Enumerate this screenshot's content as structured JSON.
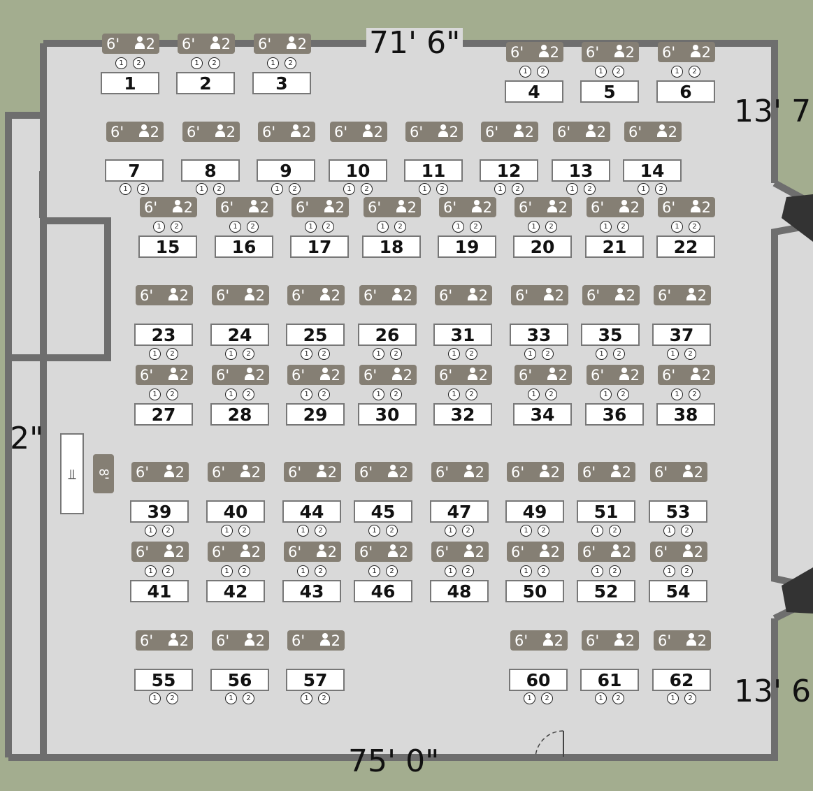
{
  "dimensions": {
    "top": "71' 6\"",
    "bottom": "75' 0\"",
    "right_top": "13' 7\"",
    "right_bottom": "13' 6\"",
    "left": "' 2\""
  },
  "table_tag": {
    "length": "6'",
    "seats": "2"
  },
  "podium": {
    "icon": "podium-icon",
    "tag": "8'"
  },
  "colors": {
    "floor": "#d9d9d9",
    "walls": "#6e6e6e",
    "outside": "#a3ad8f",
    "tag": "#857f74"
  },
  "tables": [
    "1",
    "2",
    "3",
    "4",
    "5",
    "6",
    "7",
    "8",
    "9",
    "10",
    "11",
    "12",
    "13",
    "14",
    "15",
    "16",
    "17",
    "18",
    "19",
    "20",
    "21",
    "22",
    "23",
    "24",
    "25",
    "26",
    "31",
    "33",
    "35",
    "37",
    "27",
    "28",
    "29",
    "30",
    "32",
    "34",
    "36",
    "38",
    "39",
    "40",
    "44",
    "45",
    "47",
    "49",
    "51",
    "53",
    "41",
    "42",
    "43",
    "46",
    "48",
    "50",
    "52",
    "54",
    "55",
    "56",
    "57",
    "60",
    "61",
    "62"
  ]
}
